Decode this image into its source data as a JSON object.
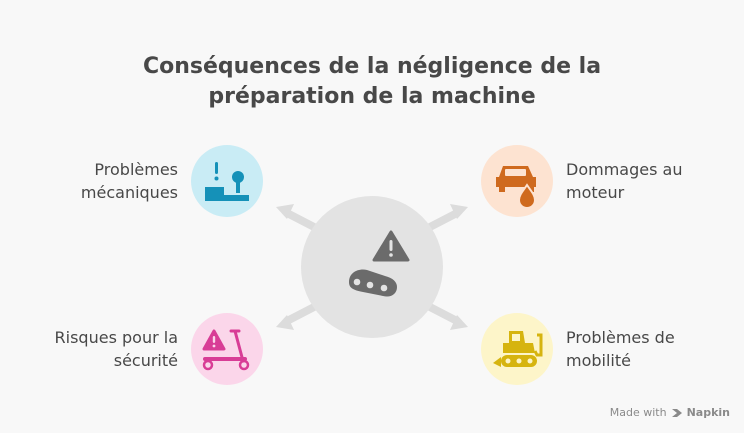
{
  "title": {
    "line1": "Conséquences de la négligence de la",
    "line2": "préparation de la machine"
  },
  "items": [
    {
      "line1": "Problèmes",
      "line2": "mécaniques",
      "icon": "mechanical-problem-icon",
      "color": "#c9ecf5"
    },
    {
      "line1": "Dommages au",
      "line2": "moteur",
      "icon": "engine-damage-icon",
      "color": "#fde3d1"
    },
    {
      "line1": "Risques pour la",
      "line2": "sécurité",
      "icon": "safety-risk-icon",
      "color": "#fbd6ea"
    },
    {
      "line1": "Problèmes de",
      "line2": "mobilité",
      "icon": "bulldozer-icon",
      "color": "#fdf5c9"
    }
  ],
  "center": {
    "icon": "warning-chain-icon"
  },
  "footer": {
    "made_with": "Made with",
    "brand": "Napkin"
  }
}
